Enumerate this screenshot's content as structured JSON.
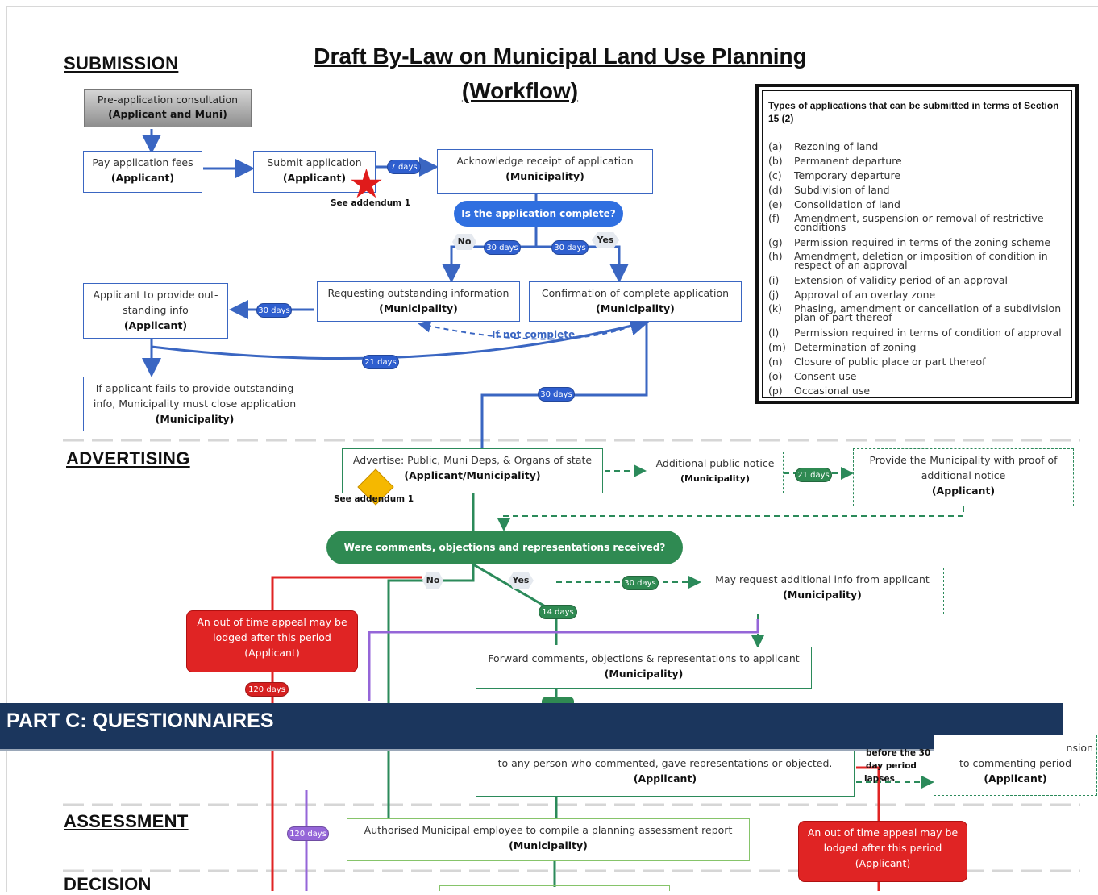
{
  "title": {
    "line1": "Draft By-Law on Municipal Land Use Planning",
    "line2": "(Workflow)"
  },
  "sections": {
    "submission": "SUBMISSION",
    "advertising": "ADVERTISING",
    "assessment": "ASSESSMENT",
    "decision": "DECISION"
  },
  "boxes": {
    "preapp": {
      "line": "Pre-application consultation",
      "who": "(Applicant and Muni)"
    },
    "pay": {
      "line": "Pay application fees",
      "who": "(Applicant)"
    },
    "submit": {
      "line": "Submit application",
      "who": "(Applicant)"
    },
    "ack": {
      "line": "Acknowledge receipt of application",
      "who": "(Municipality)"
    },
    "request": {
      "line": "Requesting outstanding information",
      "who": "(Municipality)"
    },
    "confirm": {
      "line": "Confirmation of complete application",
      "who": "(Municipality)"
    },
    "provide": {
      "line1": "Applicant to provide out-",
      "line2": "standing info",
      "who": "(Applicant)"
    },
    "fails": {
      "line1": "If applicant fails to provide outstanding",
      "line2": "info, Municipality must close application",
      "who": "(Municipality)"
    },
    "advertise": {
      "line": "Advertise: Public, Muni Deps, & Organs of state",
      "who": "(Applicant/Municipality)"
    },
    "addnotice": {
      "line": "Additional public notice",
      "who": "(Municipality)"
    },
    "proof": {
      "line1": "Provide the Municipality with proof of",
      "line2": "additional notice",
      "who": "(Applicant)"
    },
    "mayrequest": {
      "line": "May request additional info from applicant",
      "who": "(Municipality)"
    },
    "appeal1": {
      "line1": "An out of time appeal may be",
      "line2": "lodged after this period",
      "who": "(Applicant)"
    },
    "forward": {
      "line": "Forward comments, objections & representations to applicant",
      "who": "(Municipality)"
    },
    "tocommenter": {
      "line": "to any person who commented, gave representations or objected.",
      "who": "(Applicant)"
    },
    "extension": {
      "line0": "nsion",
      "line": "to commenting period",
      "who": "(Applicant)"
    },
    "assess": {
      "line": "Authorised Municipal employee to compile a planning assessment report",
      "who": "(Municipality)"
    },
    "appeal2": {
      "line1": "An out of time appeal may be",
      "line2": "lodged after this period",
      "who": "(Applicant)"
    }
  },
  "decisions": {
    "complete": "Is the application complete?",
    "comments": "Were comments, objections and representations received?"
  },
  "labels": {
    "no1": "No",
    "yes1": "Yes",
    "no2": "No",
    "yes2": "Yes",
    "see_addendum_1": "See addendum 1",
    "see_addendum_2": "See addendum 1",
    "if_not_complete": "If not complete",
    "before_period": "before the 30",
    "day_period": "day period",
    "lapses": "lapses"
  },
  "durations": {
    "d7": "7 days",
    "d30a": "30 days",
    "d30b": "30 days",
    "d30c": "30 days",
    "d21a": "21 days",
    "d30d": "30 days",
    "d21b": "21 days",
    "d30e": "30 days",
    "d14": "14 days",
    "d120a": "120 days",
    "d120b": "120 days"
  },
  "types_panel": {
    "heading": "Types of applications that can be submitted in terms of Section 15 (2)",
    "items": [
      {
        "key": "(a)",
        "text": "Rezoning of land"
      },
      {
        "key": "(b)",
        "text": "Permanent departure"
      },
      {
        "key": "(c)",
        "text": "Temporary departure"
      },
      {
        "key": "(d)",
        "text": "Subdivision of land"
      },
      {
        "key": "(e)",
        "text": "Consolidation of land"
      },
      {
        "key": "(f)",
        "text": "Amendment, suspension or removal of restrictive conditions"
      },
      {
        "key": "(g)",
        "text": "Permission required in terms of the zoning scheme"
      },
      {
        "key": "(h)",
        "text": "Amendment, deletion or imposition of condition in respect of an approval"
      },
      {
        "key": "(i)",
        "text": "Extension of validity period of an approval"
      },
      {
        "key": "(j)",
        "text": "Approval of an overlay zone"
      },
      {
        "key": "(k)",
        "text": "Phasing, amendment or cancellation of a subdivision plan of part thereof"
      },
      {
        "key": "(l)",
        "text": "Permission required in terms of condition of approval"
      },
      {
        "key": "(m)",
        "text": "Determination of zoning"
      },
      {
        "key": "(n)",
        "text": "Closure of public place or part thereof"
      },
      {
        "key": "(o)",
        "text": "Consent use"
      },
      {
        "key": "(p)",
        "text": "Occasional use"
      }
    ]
  },
  "banner": "PART C: QUESTIONNAIRES",
  "colors": {
    "blue": "#3a66c2",
    "green": "#2b8a5a",
    "red": "#e02424",
    "purple": "#9566d8",
    "banner": "#1b365d"
  }
}
